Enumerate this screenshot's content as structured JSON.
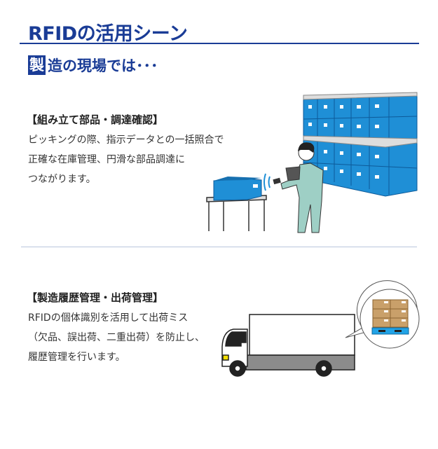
{
  "title": "RFIDの活用シーン",
  "subtitle": {
    "badge": "製",
    "rest": "造の現場では･･･"
  },
  "sections": [
    {
      "heading": "【組み立て部品・調達確認】",
      "lines": [
        "ピッキングの際、指示データとの一括照合で",
        "正確な在庫管理、円滑な部品調達に",
        "つながります。"
      ]
    },
    {
      "heading": "【製造履歴管理・出荷管理】",
      "lines": [
        "RFIDの個体識別を活用して出荷ミス",
        "（欠品、誤出荷、二重出荷）を防止し、",
        "履歴管理を行います。"
      ]
    }
  ],
  "colors": {
    "accent": "#1a3c96",
    "box_blue": "#1f8fd6",
    "pallet": "#21a3e6",
    "cardboard": "#c9a06a"
  }
}
